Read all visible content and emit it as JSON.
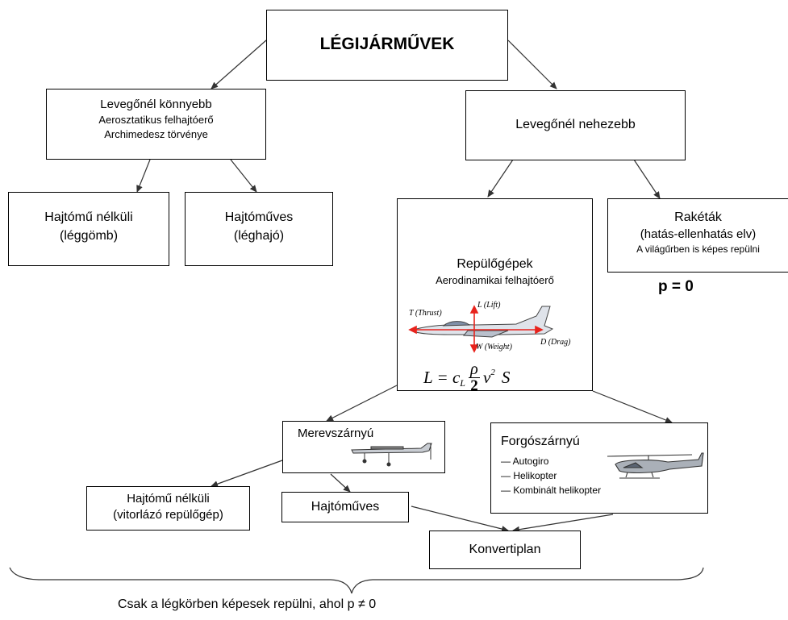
{
  "root": {
    "title": "LÉGIJÁRMŰVEK"
  },
  "lighter": {
    "title": "Levegőnél könnyebb",
    "line1": "Aerosztatikus felhajtóerő",
    "line2": "Archimedesz törvénye"
  },
  "heavier": {
    "title": "Levegőnél nehezebb"
  },
  "balloon": {
    "line1": "Hajtómű nélküli",
    "line2": "(léggömb)"
  },
  "airship": {
    "line1": "Hajtóműves",
    "line2": "(léghajó)"
  },
  "airplanes": {
    "title": "Repülőgépek",
    "subtitle": "Aerodinamikai felhajtóerő",
    "thrust_label": "T (Thrust)",
    "lift_label": "L (Lift)",
    "weight_label": "W (Weight)",
    "drag_label": "D (Drag)",
    "formula": {
      "lhs": "L = c",
      "sub": "L",
      "num": "ρ",
      "den": "2",
      "v": "v",
      "exp": "2",
      "s": "S"
    }
  },
  "rockets": {
    "title": "Rakéták",
    "line1": "(hatás-ellenhatás elv)",
    "line2": "A világűrben is képes repülni",
    "p_label": "p = 0"
  },
  "fixed_wing": {
    "title": "Merevszárnyú"
  },
  "rotary_wing": {
    "title": "Forgószárnyú",
    "items": [
      "— Autogiro",
      "— Helikopter",
      "— Kombinált helikopter"
    ]
  },
  "glider": {
    "line1": "Hajtómű nélküli",
    "line2": "(vitorlázó repülőgép)"
  },
  "powered": {
    "title": "Hajtóműves"
  },
  "convertiplane": {
    "title": "Konvertiplan"
  },
  "footer": {
    "text": "Csak a légkörben képesek repülni, ahol p ≠ 0"
  },
  "colors": {
    "force_arrows": "#e8231c",
    "lines": "#333333"
  }
}
